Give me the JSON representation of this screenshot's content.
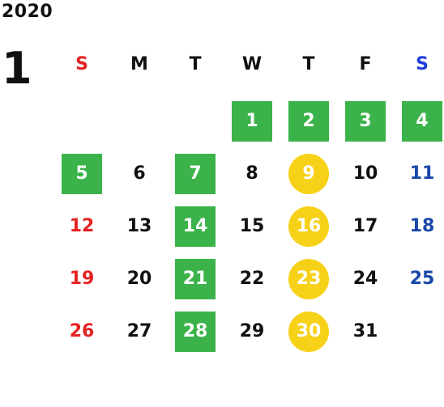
{
  "year": "2020",
  "month": "1",
  "colors": {
    "sunday": "#e52222",
    "saturday": "#1a47a8",
    "saturday_header": "#1e3fd6",
    "weekday": "#111111",
    "green_highlight": "#3bb34a",
    "yellow_highlight": "#f7d117"
  },
  "weekdays": [
    "S",
    "M",
    "T",
    "W",
    "T",
    "F",
    "S"
  ],
  "weeks": [
    [
      null,
      null,
      null,
      {
        "day": "1",
        "mark": "green"
      },
      {
        "day": "2",
        "mark": "green"
      },
      {
        "day": "3",
        "mark": "green"
      },
      {
        "day": "4",
        "mark": "green"
      }
    ],
    [
      {
        "day": "5",
        "mark": "green"
      },
      {
        "day": "6",
        "mark": null
      },
      {
        "day": "7",
        "mark": "green"
      },
      {
        "day": "8",
        "mark": null
      },
      {
        "day": "9",
        "mark": "yellow"
      },
      {
        "day": "10",
        "mark": null
      },
      {
        "day": "11",
        "mark": null
      }
    ],
    [
      {
        "day": "12",
        "mark": null
      },
      {
        "day": "13",
        "mark": null
      },
      {
        "day": "14",
        "mark": "green"
      },
      {
        "day": "15",
        "mark": null
      },
      {
        "day": "16",
        "mark": "yellow"
      },
      {
        "day": "17",
        "mark": null
      },
      {
        "day": "18",
        "mark": null
      }
    ],
    [
      {
        "day": "19",
        "mark": null
      },
      {
        "day": "20",
        "mark": null
      },
      {
        "day": "21",
        "mark": "green"
      },
      {
        "day": "22",
        "mark": null
      },
      {
        "day": "23",
        "mark": "yellow"
      },
      {
        "day": "24",
        "mark": null
      },
      {
        "day": "25",
        "mark": null
      }
    ],
    [
      {
        "day": "26",
        "mark": null
      },
      {
        "day": "27",
        "mark": null
      },
      {
        "day": "28",
        "mark": "green"
      },
      {
        "day": "29",
        "mark": null
      },
      {
        "day": "30",
        "mark": "yellow"
      },
      {
        "day": "31",
        "mark": null
      },
      null
    ]
  ]
}
